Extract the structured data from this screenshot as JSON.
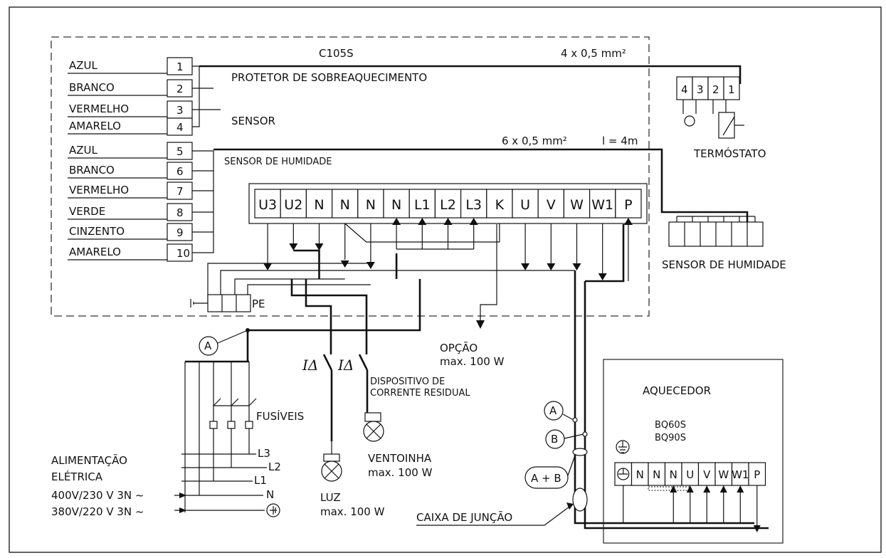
{
  "controller": {
    "model": "C105S",
    "cable_1": "4 x 0,5 mm²",
    "cable_2": "6 x 0,5 mm²",
    "cable_length": "l = 4m",
    "overheat_protector": "PROTETOR DE SOBREAQUECIMENTO",
    "sensor": "SENSOR",
    "humidity_sensor_label": "SENSOR DE HUMIDADE",
    "left_terminals": [
      {
        "num": "1",
        "wire": "AZUL"
      },
      {
        "num": "2",
        "wire": "BRANCO"
      },
      {
        "num": "3",
        "wire": "VERMELHO"
      },
      {
        "num": "4",
        "wire": "AMARELO"
      },
      {
        "num": "5",
        "wire": "AZUL"
      },
      {
        "num": "6",
        "wire": "BRANCO"
      },
      {
        "num": "7",
        "wire": "VERMELHO"
      },
      {
        "num": "8",
        "wire": "VERDE"
      },
      {
        "num": "9",
        "wire": "CINZENTO"
      },
      {
        "num": "10",
        "wire": "AMARELO"
      }
    ],
    "main_terminals": [
      "U3",
      "U2",
      "N",
      "N",
      "N",
      "N",
      "L1",
      "L2",
      "L3",
      "K",
      "U",
      "V",
      "W",
      "W1",
      "P"
    ],
    "pe": "PE"
  },
  "thermostat": {
    "terminals": [
      "4",
      "3",
      "2",
      "1"
    ],
    "label": "TERMÓSTATO"
  },
  "humidity_sensor": {
    "label": "SENSOR DE HUMIDADE"
  },
  "option": {
    "label": "OPÇÃO",
    "power": "max. 100 W"
  },
  "rcd": {
    "symbol_1": "IΔ",
    "symbol_2": "IΔ",
    "label_line1": "DISPOSITIVO DE",
    "label_line2": "CORRENTE RESIDUAL"
  },
  "fuses": {
    "label": "FUSÍVEIS"
  },
  "power_supply": {
    "title_line1": "ALIMENTAÇÃO",
    "title_line2": "ELÉTRICA",
    "voltage_1": "400V/230 V 3N ~",
    "voltage_2": "380V/220 V 3N ~",
    "lines": [
      "L3",
      "L2",
      "L1",
      "N"
    ]
  },
  "light": {
    "label": "LUZ",
    "power": "max. 100 W"
  },
  "fan": {
    "label": "VENTOINHA",
    "power": "max. 100 W"
  },
  "junction_box": {
    "label": "CAIXA DE JUNÇÃO",
    "marker_a": "A",
    "marker_b": "B",
    "marker_ab": "A + B"
  },
  "ammeter_marker": "A",
  "heater": {
    "label": "AQUECEDOR",
    "model_1": "BQ60S",
    "model_2": "BQ90S",
    "terminals": [
      "N",
      "N",
      "N",
      "U",
      "V",
      "W",
      "W1",
      "P"
    ],
    "overlay_labels": [
      "W1",
      "P"
    ]
  }
}
